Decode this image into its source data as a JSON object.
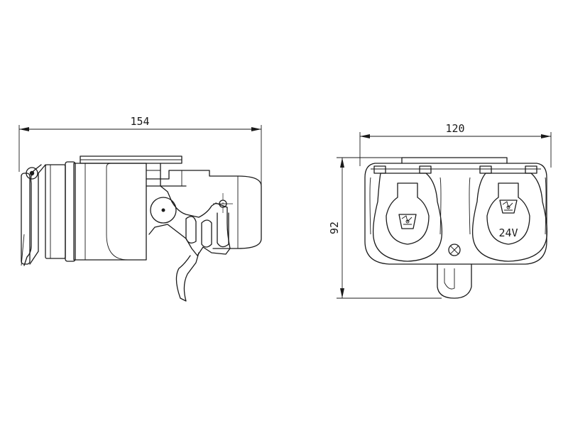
{
  "dimensions": {
    "side_length": "154",
    "front_width": "120",
    "front_height": "92"
  },
  "labels": {
    "voltage": "24V"
  },
  "colors": {
    "line": "#1a1a1a",
    "background": "#ffffff"
  },
  "icons": {
    "socket_symbol": "trailer-symbol-icon",
    "mounting_screw": "screw-icon"
  }
}
